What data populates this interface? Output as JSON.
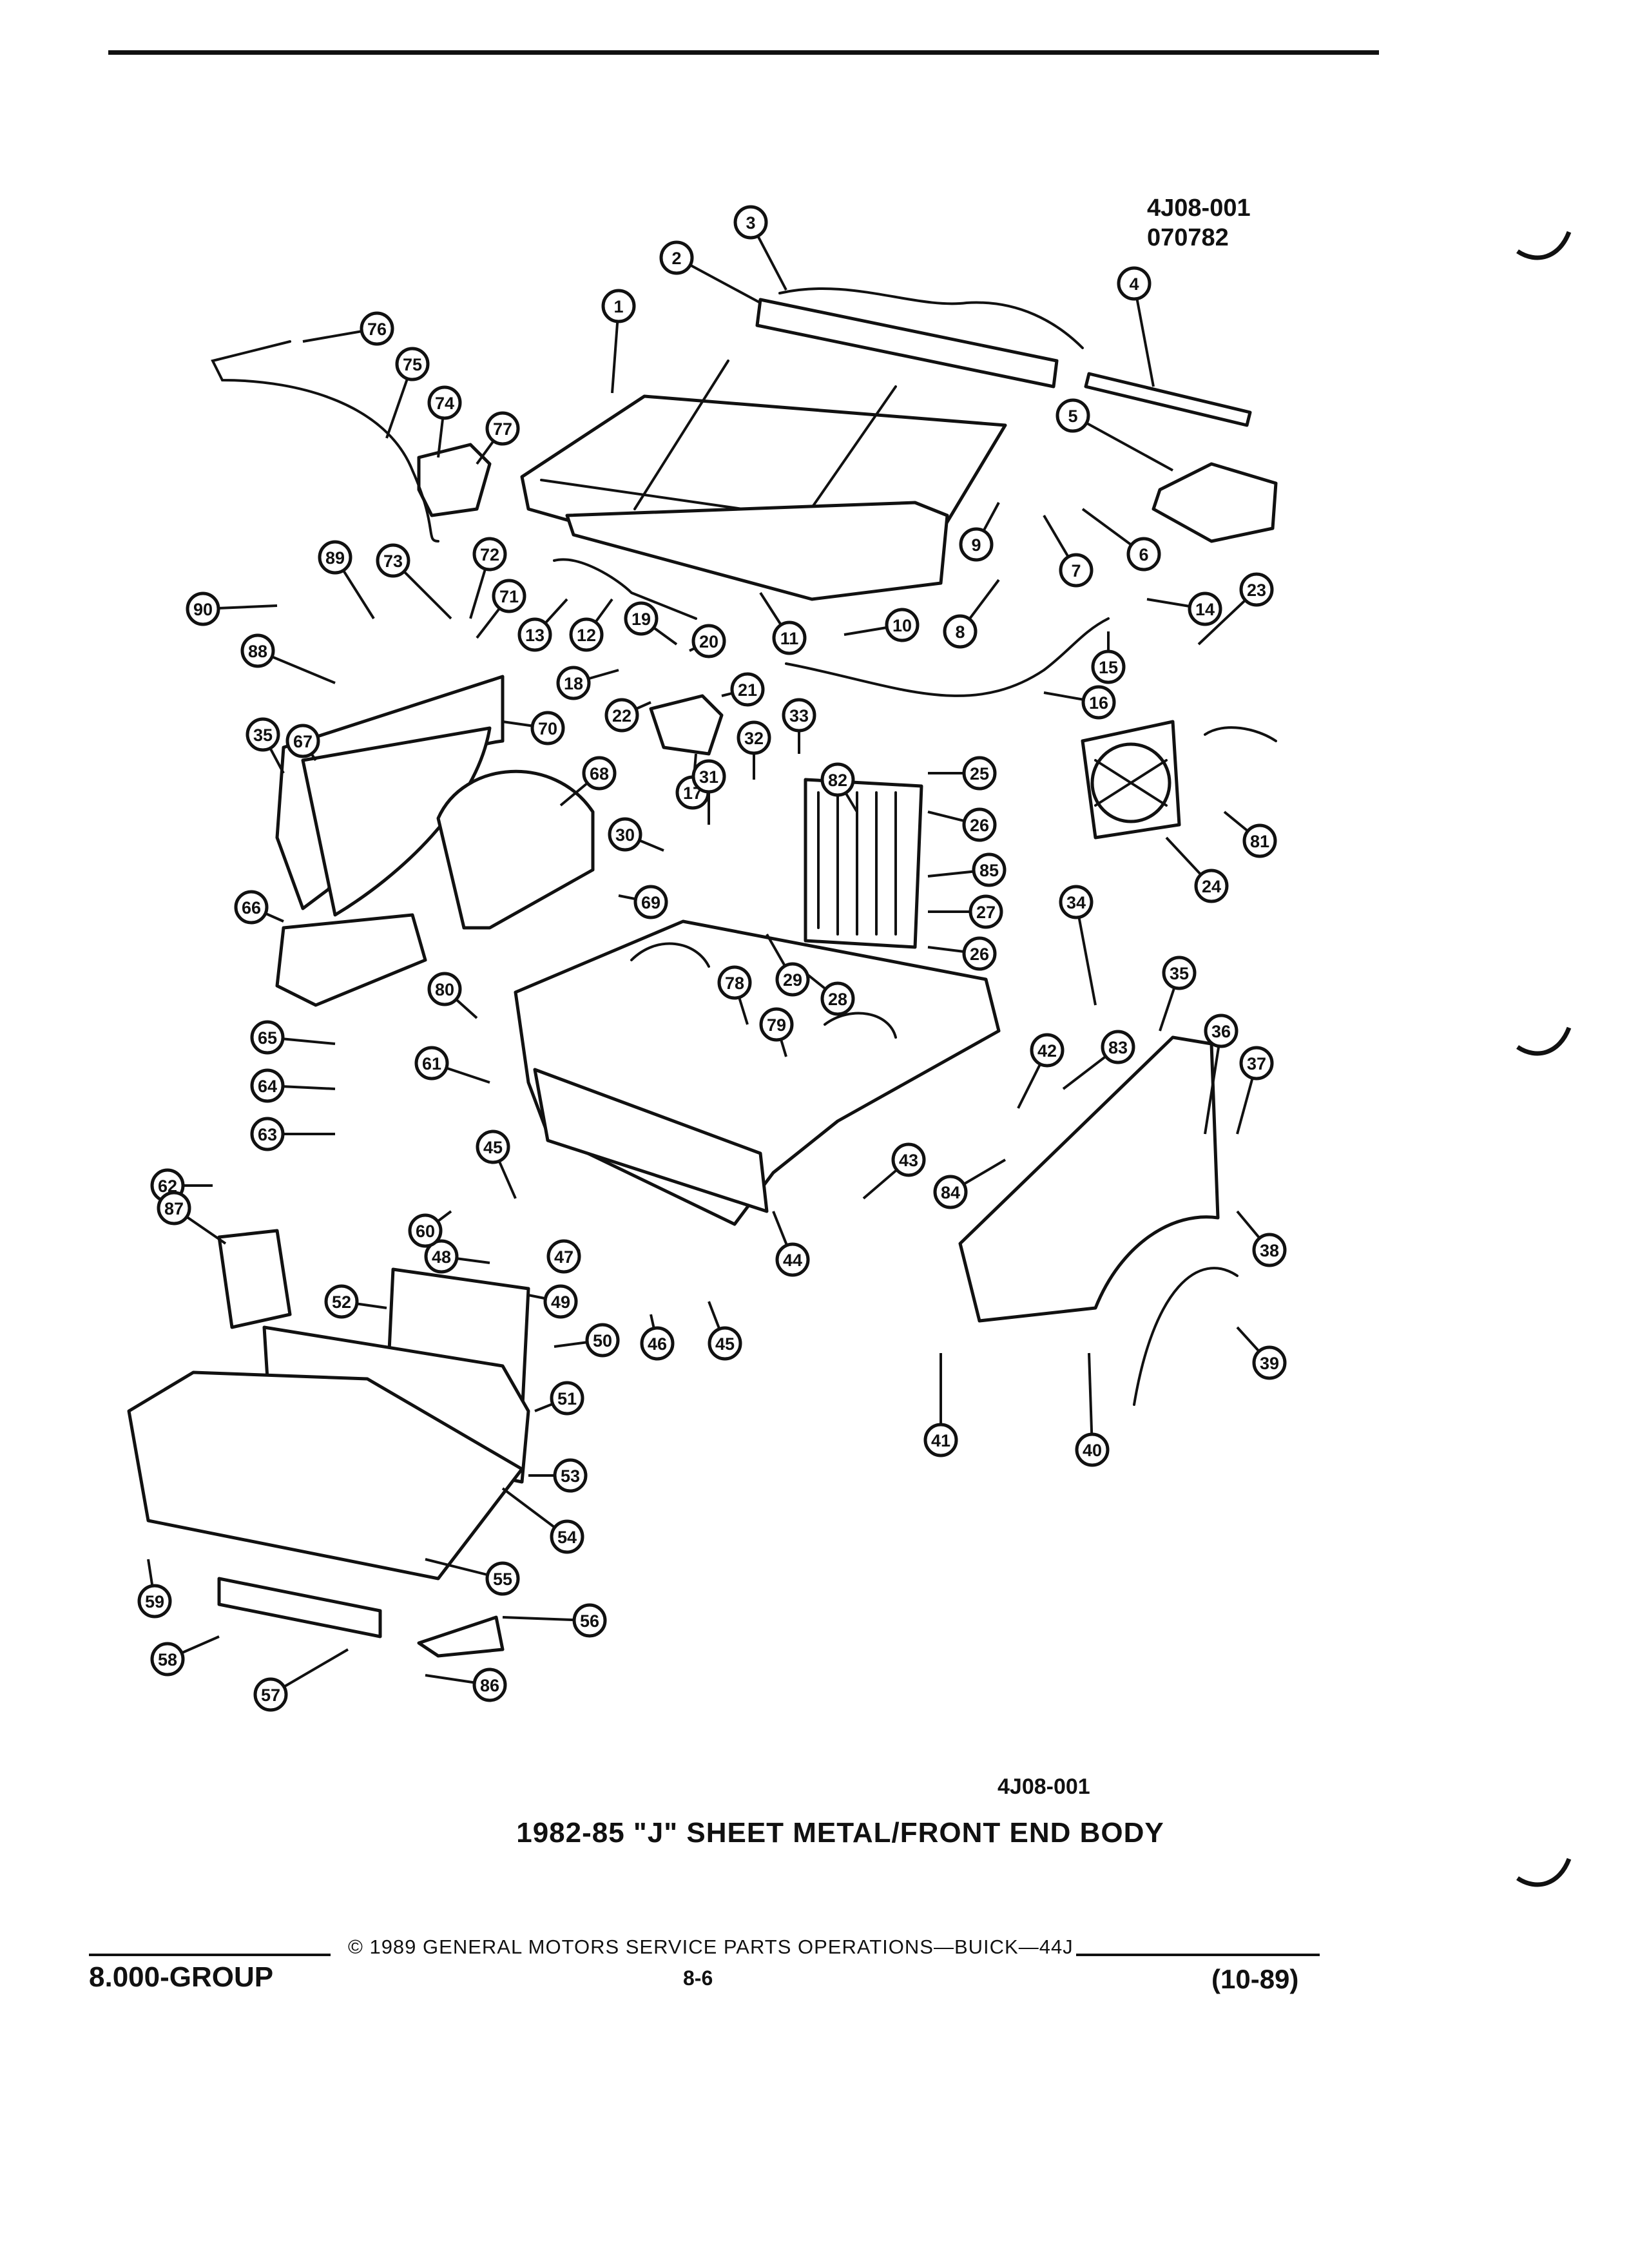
{
  "figure": {
    "ref_code_line1": "4J08-001",
    "ref_code_line2": "070782",
    "code_bottom": "4J08-001",
    "caption": "1982-85 \"J\" SHEET METAL/FRONT END BODY"
  },
  "footer": {
    "copyright": "©  1989  GENERAL MOTORS SERVICE PARTS OPERATIONS—BUICK—44J",
    "group": "8.000-GROUP",
    "page": "8-6",
    "date": "(10-89)"
  },
  "callouts": [
    "1",
    "2",
    "3",
    "4",
    "5",
    "6",
    "7",
    "8",
    "9",
    "10",
    "11",
    "12",
    "13",
    "14",
    "15",
    "16",
    "17",
    "18",
    "19",
    "20",
    "21",
    "22",
    "23",
    "24",
    "25",
    "26",
    "27",
    "26",
    "28",
    "29",
    "30",
    "31",
    "32",
    "33",
    "34",
    "35",
    "35",
    "36",
    "37",
    "38",
    "39",
    "40",
    "41",
    "42",
    "43",
    "44",
    "45",
    "45",
    "46",
    "47",
    "48",
    "49",
    "50",
    "51",
    "52",
    "53",
    "54",
    "55",
    "56",
    "57",
    "58",
    "59",
    "60",
    "61",
    "62",
    "63",
    "64",
    "65",
    "66",
    "67",
    "68",
    "69",
    "70",
    "71",
    "72",
    "73",
    "74",
    "75",
    "76",
    "77",
    "78",
    "79",
    "80",
    "81",
    "82",
    "83",
    "84",
    "85",
    "86",
    "87",
    "88",
    "89",
    "90"
  ]
}
